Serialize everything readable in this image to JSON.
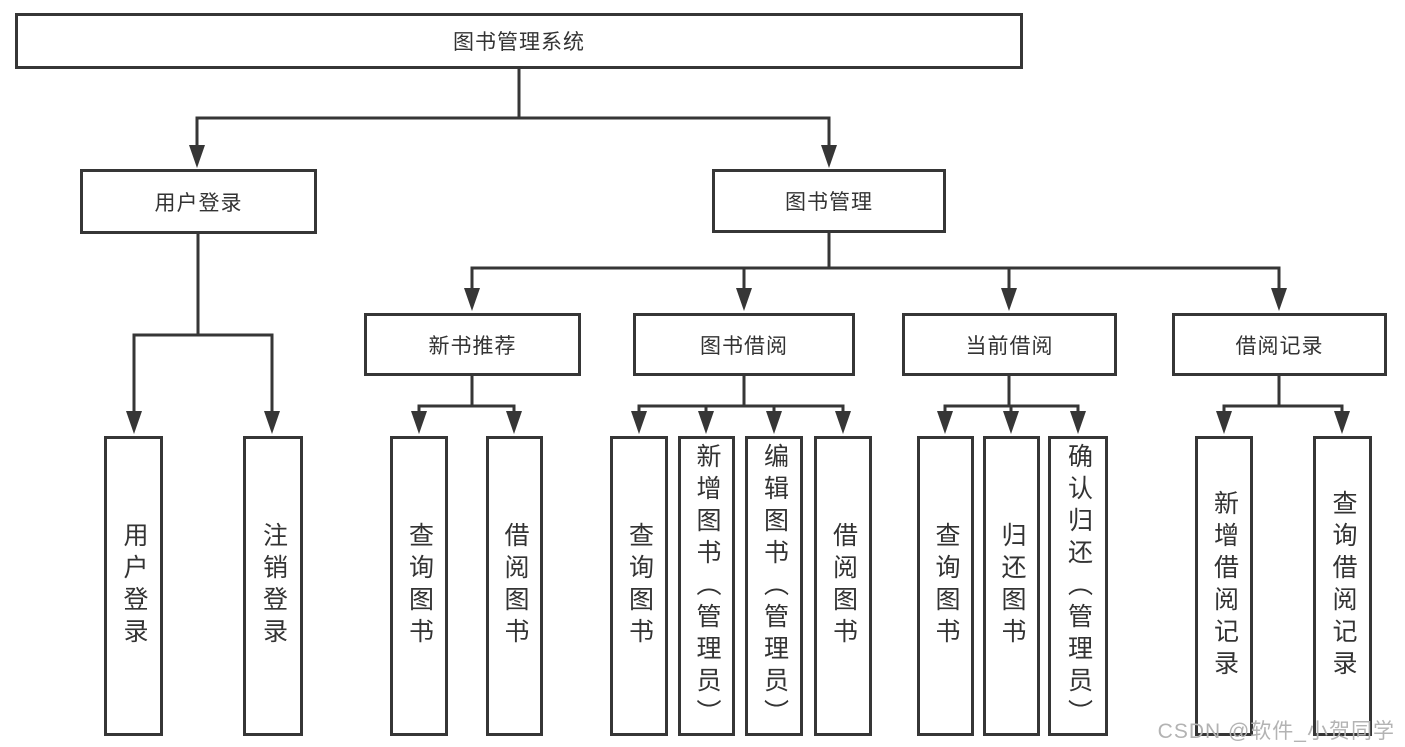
{
  "tree": {
    "label": "图书管理系统",
    "children": [
      {
        "label": "用户登录",
        "children": [
          {
            "label": "用户登录"
          },
          {
            "label": "注销登录"
          }
        ]
      },
      {
        "label": "图书管理",
        "children": [
          {
            "label": "新书推荐",
            "children": [
              {
                "label": "查询图书"
              },
              {
                "label": "借阅图书"
              }
            ]
          },
          {
            "label": "图书借阅",
            "children": [
              {
                "label": "查询图书"
              },
              {
                "label": "新增图书（管理员）"
              },
              {
                "label": "编辑图书（管理员）"
              },
              {
                "label": "借阅图书"
              }
            ]
          },
          {
            "label": "当前借阅",
            "children": [
              {
                "label": "查询图书"
              },
              {
                "label": "归还图书"
              },
              {
                "label": "确认归还（管理员）"
              }
            ]
          },
          {
            "label": "借阅记录",
            "children": [
              {
                "label": "新增借阅记录"
              },
              {
                "label": "查询借阅记录"
              }
            ]
          }
        ]
      }
    ]
  },
  "watermark": "CSDN @软件_小贺同学",
  "colors": {
    "line": "#363636",
    "text": "#333333",
    "box_fill": "#ffffff",
    "watermark": "#b3b3b3"
  }
}
